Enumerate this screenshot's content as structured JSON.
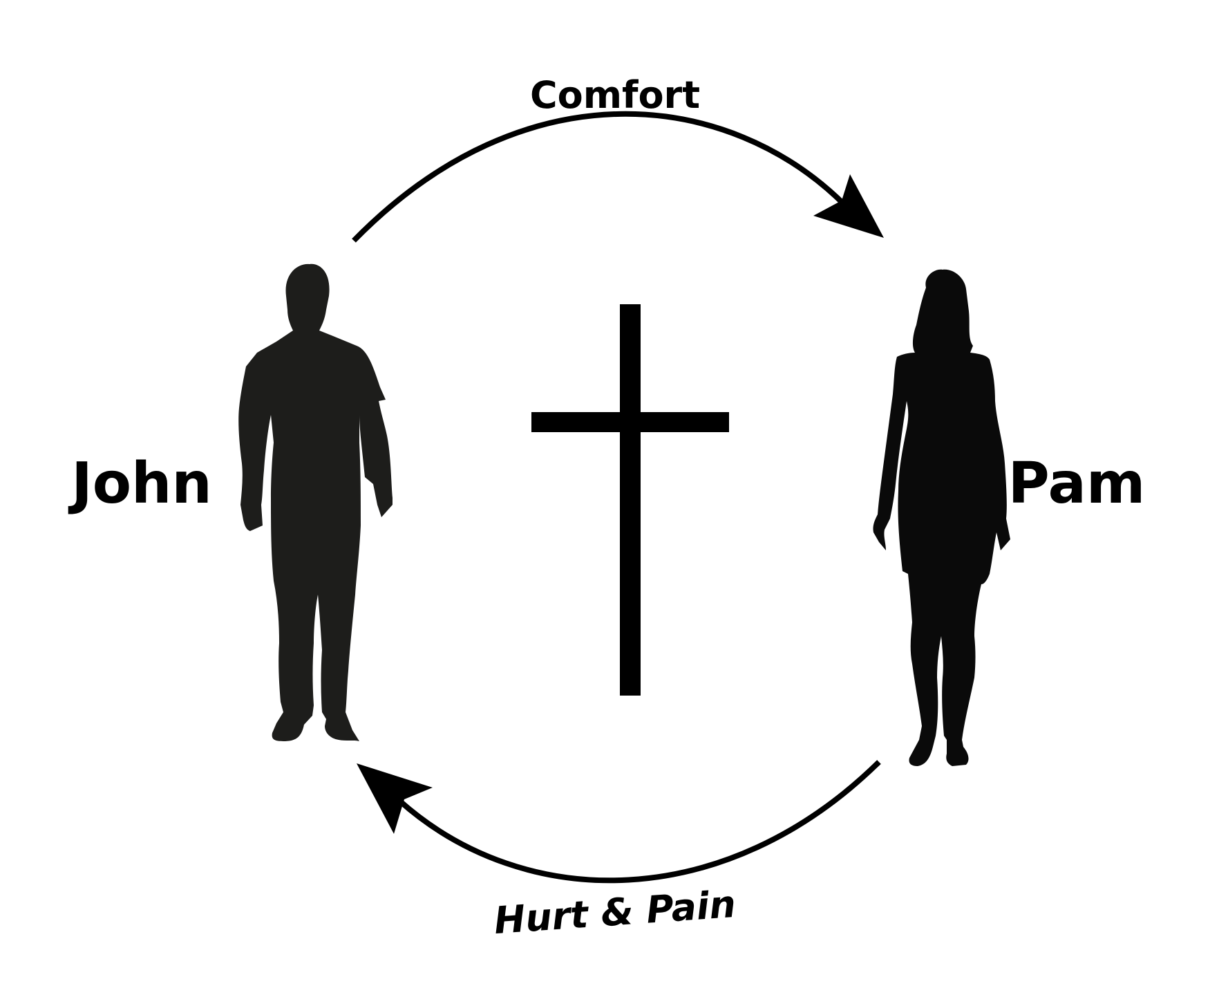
{
  "labels": {
    "top_arrow": "Comfort",
    "bottom_arrow": "Hurt & Pain",
    "left_person": "John",
    "right_person": "Pam"
  },
  "figures": {
    "center_symbol": "cross",
    "left_figure": "man-silhouette",
    "right_figure": "woman-silhouette"
  },
  "colors": {
    "ink": "#000000",
    "man_silhouette": "#1d1d1b",
    "woman_silhouette": "#0a0a0a",
    "background": "#ffffff"
  }
}
